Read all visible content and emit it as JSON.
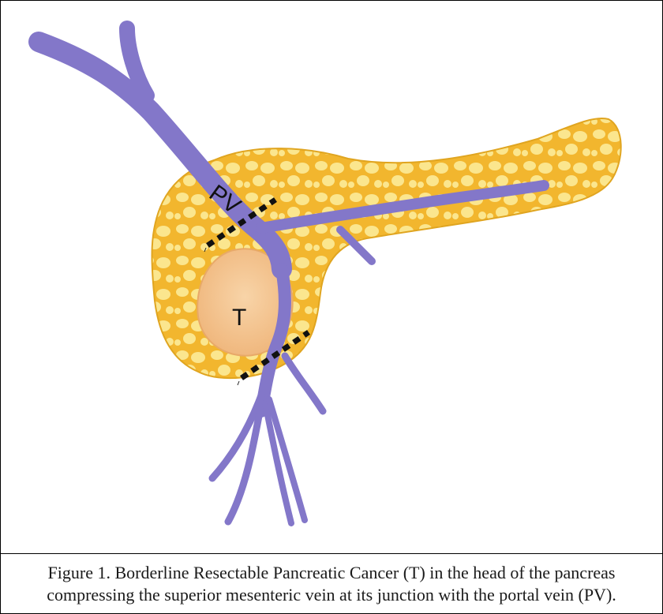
{
  "figure": {
    "caption": "Figure 1. Borderline Resectable Pancreatic Cancer (T) in the head of the pancreas compressing  the superior  mesenteric  vein at its junction with the portal vein (PV)."
  },
  "labels": {
    "portal_vein": "PV",
    "tumor": "T"
  },
  "colors": {
    "vein": "#8377c9",
    "pancreas": "#f2b62e",
    "pancreas_lobule": "#fbe68e",
    "tumor": "#f6c48d",
    "resection_line": "#111111"
  }
}
